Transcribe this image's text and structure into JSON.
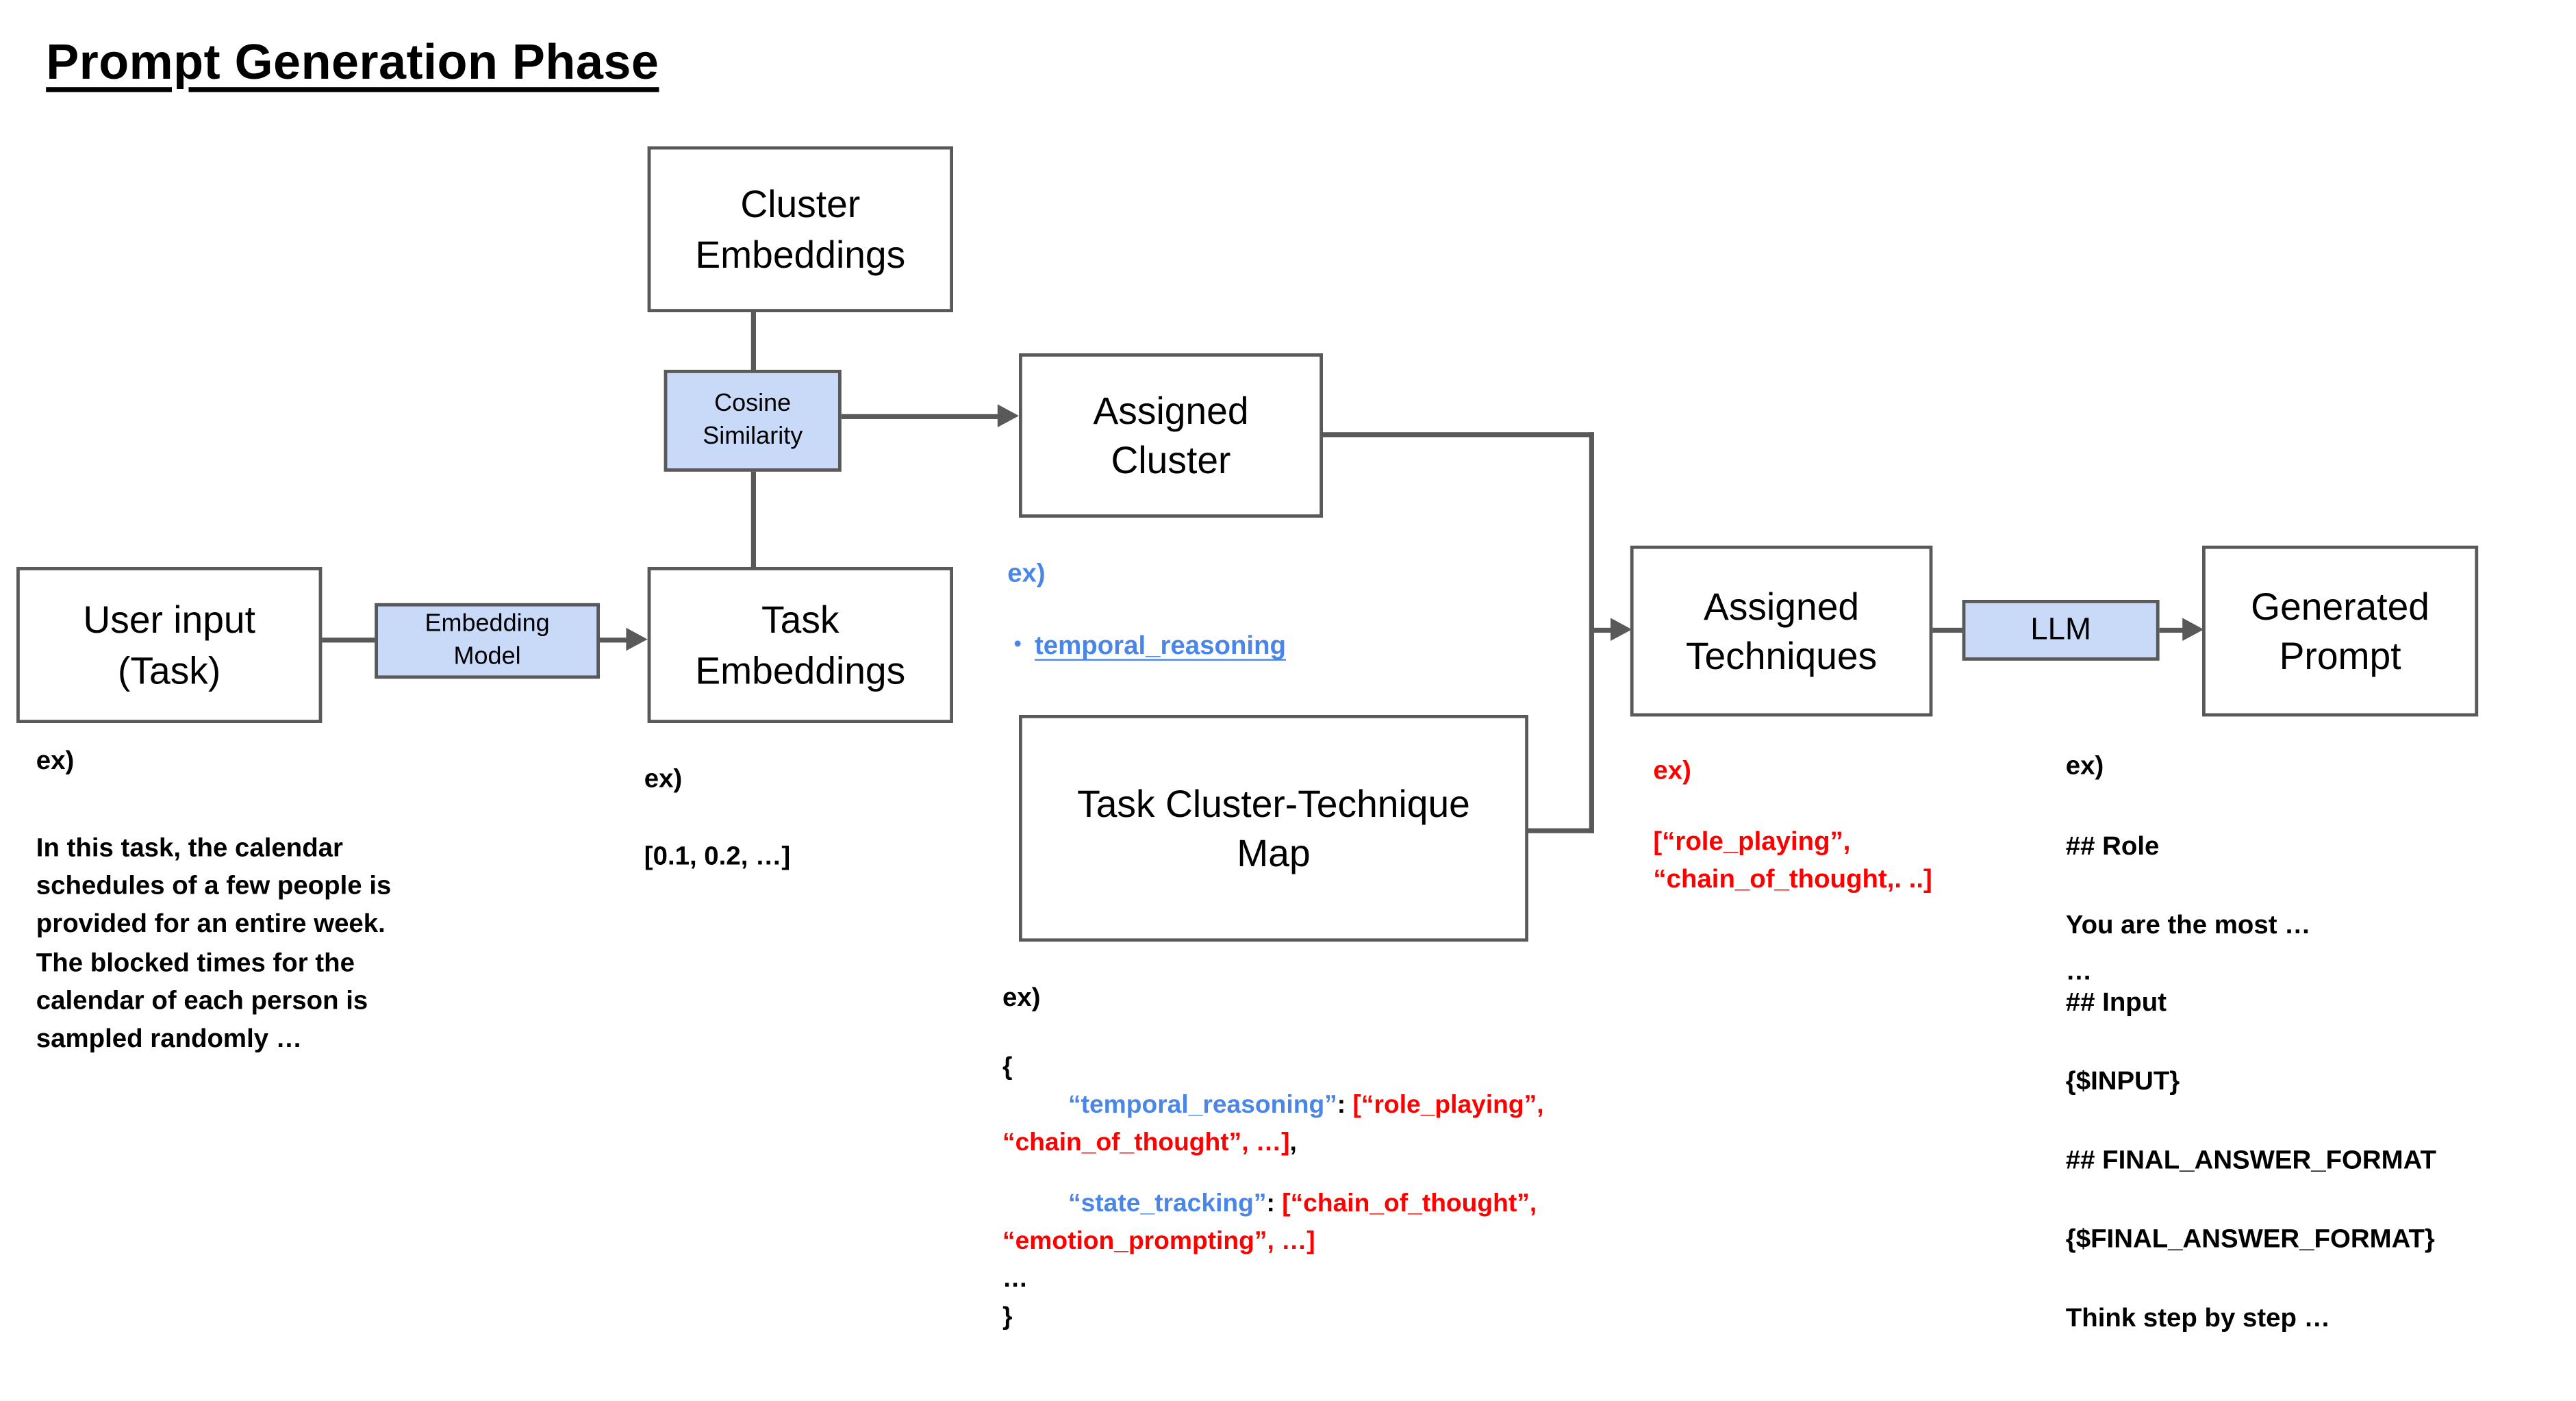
{
  "title": "Prompt Generation Phase",
  "colors": {
    "box_fill_white": "#ffffff",
    "box_fill_blue": "#c9daf8",
    "stroke_gray": "#595959",
    "text_black": "#000000",
    "text_blue": "#4a86e8",
    "text_red": "#ff0000"
  },
  "nodes": {
    "user_input": {
      "label": "User input\n(Task)"
    },
    "embedding_model": {
      "label": "Embedding\nModel"
    },
    "task_embeddings": {
      "label": "Task\nEmbeddings"
    },
    "cluster_embeddings": {
      "label": "Cluster\nEmbeddings"
    },
    "cosine_similarity": {
      "label": "Cosine\nSimilarity"
    },
    "assigned_cluster": {
      "label": "Assigned\nCluster"
    },
    "task_cluster_technique_map": {
      "label": "Task Cluster-Technique\nMap"
    },
    "assigned_techniques": {
      "label": "Assigned\nTechniques"
    },
    "llm": {
      "label": "LLM"
    },
    "generated_prompt": {
      "label": "Generated\nPrompt"
    }
  },
  "examples": {
    "user_input": {
      "label": "ex)",
      "text": "In this task, the calendar\nschedules of a few people is\nprovided for an entire week.\nThe blocked times for the\ncalendar of each person is\nsampled randomly …"
    },
    "task_embeddings": {
      "label": "ex)",
      "value": "[0.1, 0.2, …]"
    },
    "assigned_cluster": {
      "label": "ex)",
      "bullet": "•",
      "link": "temporal_reasoning"
    },
    "task_cluster_technique_map": {
      "label": "ex)",
      "code": {
        "open": "{",
        "key_1": "“temporal_reasoning”",
        "colon": ": ",
        "value_1a": "[“role_playing”,",
        "value_1b": "“chain_of_thought”, …]",
        "comma": ",",
        "key_2": "“state_tracking”",
        "value_2a": "[“chain_of_thought”,",
        "value_2b": "“emotion_prompting”, …]",
        "ellipsis": "…",
        "close": "}"
      }
    },
    "assigned_techniques": {
      "label": "ex)",
      "line_1": "[“role_playing”,",
      "line_2": "“chain_of_thought,. ..]"
    },
    "generated_prompt": {
      "label": "ex)",
      "lines": [
        "## Role",
        "You are the most …",
        "…",
        "## Input",
        "{$INPUT}",
        "## FINAL_ANSWER_FORMAT",
        "{$FINAL_ANSWER_FORMAT}",
        "Think step by step …"
      ]
    }
  }
}
